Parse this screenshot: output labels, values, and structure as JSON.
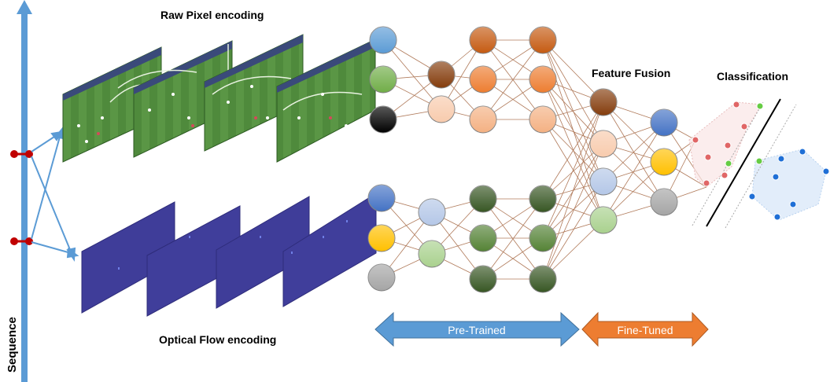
{
  "labels": {
    "raw_pixel": "Raw Pixel encoding",
    "optical_flow": "Optical Flow encoding",
    "feature_fusion": "Feature Fusion",
    "classification": "Classification",
    "sequence": "Sequence",
    "pre_trained": "Pre-Trained",
    "fine_tuned": "Fine-Tuned"
  },
  "colors": {
    "sequence_axis": "#5b9bd5",
    "pre_trained_arrow": "#5b9bd5",
    "fine_tuned_arrow": "#ed7d31",
    "sample_dot": "#c00000",
    "connection": "#b07a5a",
    "field_green": "#4f8a3c",
    "flow_purple": "#3f3d99"
  },
  "nodes": {
    "raw_input": [
      "#5b9bd5",
      "#70ad47",
      "#000000"
    ],
    "raw_hidden1": [
      "#843c0c",
      "#f8cbad"
    ],
    "raw_hidden2": [
      "#c55a11",
      "#ed7d31",
      "#f4b183"
    ],
    "raw_hidden3": [
      "#c55a11",
      "#ed7d31",
      "#f4b183"
    ],
    "flow_input": [
      "#4472c4",
      "#ffc000",
      "#a5a5a5"
    ],
    "flow_hidden1": [
      "#b4c7e7",
      "#a9d18e"
    ],
    "flow_hidden2": [
      "#375623",
      "#548235",
      "#375623"
    ],
    "flow_hidden3": [
      "#375623",
      "#548235",
      "#375623"
    ],
    "fusion": [
      "#843c0c",
      "#f8cbad",
      "#b4c7e7",
      "#a9d18e"
    ],
    "output": [
      "#4472c4",
      "#ffc000",
      "#a5a5a5"
    ]
  },
  "classification": {
    "class_a_color": "#e06666",
    "class_b_color": "#1f6fd6",
    "support_color": "#66cc44"
  }
}
